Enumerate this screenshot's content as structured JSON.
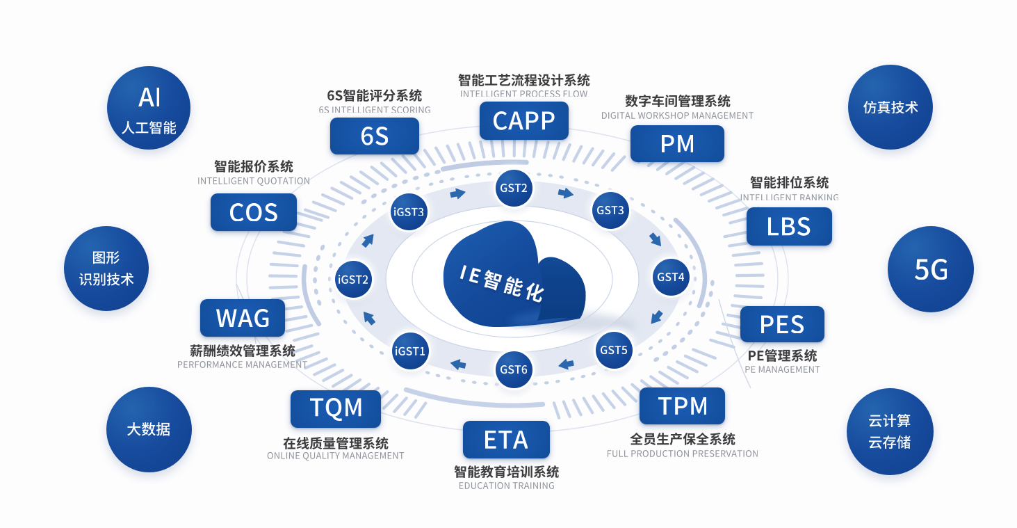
{
  "diagram": {
    "center_title": "IE智能化",
    "flow_icon": "clockwise-arrow-icons"
  },
  "ring_nodes": [
    "GST2",
    "GST3",
    "GST4",
    "GST5",
    "GST6",
    "iGST1",
    "iGST2",
    "iGST3"
  ],
  "systems": [
    {
      "id": "6s",
      "label": "6S",
      "caption_zh": "6S智能评分系统",
      "caption_en": "6S INTELLIGENT SCORING"
    },
    {
      "id": "capp",
      "label": "CAPP",
      "caption_zh": "智能工艺流程设计系统",
      "caption_en": "INTELLIGENT PROCESS FLOW"
    },
    {
      "id": "pm",
      "label": "PM",
      "caption_zh": "数字车间管理系统",
      "caption_en": "DIGITAL WORKSHOP MANAGEMENT"
    },
    {
      "id": "cos",
      "label": "COS",
      "caption_zh": "智能报价系统",
      "caption_en": "INTELLIGENT QUOTATION"
    },
    {
      "id": "lbs",
      "label": "LBS",
      "caption_zh": "智能排位系统",
      "caption_en": "INTELLIGENT RANKING"
    },
    {
      "id": "wag",
      "label": "WAG",
      "caption_zh": "薪酬绩效管理系统",
      "caption_en": "PERFORMANCE MANAGEMENT"
    },
    {
      "id": "pes",
      "label": "PES",
      "caption_zh": "PE管理系统",
      "caption_en": "PE MANAGEMENT"
    },
    {
      "id": "tqm",
      "label": "TQM",
      "caption_zh": "在线质量管理系统",
      "caption_en": "ONLINE QUALITY MANAGEMENT"
    },
    {
      "id": "tpm",
      "label": "TPM",
      "caption_zh": "全员生产保全系统",
      "caption_en": "FULL PRODUCTION PRESERVATION"
    },
    {
      "id": "eta",
      "label": "ETA",
      "caption_zh": "智能教育培训系统",
      "caption_en": "EDUCATION TRAINING"
    }
  ],
  "tech_circles": [
    {
      "id": "ai",
      "lines": [
        "AI",
        "人工智能"
      ]
    },
    {
      "id": "simulation",
      "lines": [
        "仿真技术"
      ]
    },
    {
      "id": "graphic-recognition",
      "lines": [
        "图形",
        "识别技术"
      ]
    },
    {
      "id": "5g",
      "lines": [
        "5G"
      ]
    },
    {
      "id": "big-data",
      "lines": [
        "大数据"
      ]
    },
    {
      "id": "cloud-computing",
      "lines": [
        "云计算",
        "云存储"
      ]
    }
  ],
  "colors": {
    "button_blue_dark": "#0d3e8a",
    "button_blue": "#14509f",
    "button_blue_light": "#1b5cb4",
    "node_blue_light": "#2e6cb6",
    "node_blue": "#164a9c",
    "node_blue_dark": "#0d3a82",
    "cloud_blue_light": "#2668bb",
    "cloud_blue_dark": "#11408f",
    "cloud_side": "#0c3a7e",
    "arrow_blue": "#2b67ad",
    "ring_tick": "#c6d2e7",
    "ring_dot": "#c3cfe5",
    "ring_band": "#e3e8f2",
    "ring_line": "#c9d3e5",
    "caption_zh": "#3c3c3e",
    "caption_en": "#8e929a",
    "text_white": "#ffffff",
    "background": "#fdfdfe"
  }
}
